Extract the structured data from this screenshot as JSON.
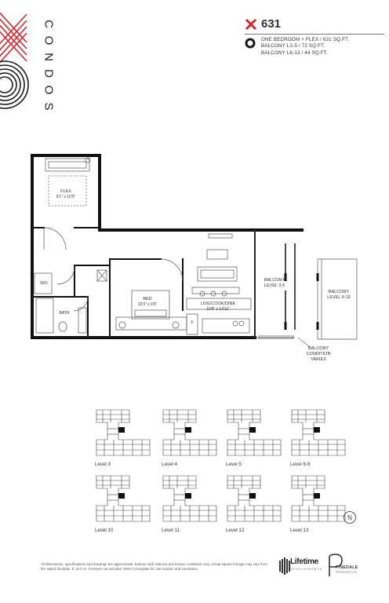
{
  "brand": {
    "letters": [
      "C",
      "O",
      "N",
      "D",
      "O",
      "S"
    ],
    "accent_color": "#d7262b",
    "ring_color": "#1a1a1a"
  },
  "unit": {
    "number": "631",
    "description_lines": [
      "ONE BEDROOM + FLEX / 631 SQ.FT.",
      "BALCONY L3-5 / 72 SQ.FT.",
      "BALCONY L6-13 / 44 SQ.FT."
    ],
    "marker_icon": "x-mark-icon",
    "ring_icon": "ring-icon"
  },
  "floorplan": {
    "flex": {
      "name": "FLEX",
      "dims": "9'1\" x 10'9\""
    },
    "bed": {
      "name": "BED",
      "dims": "10'3\" x 9'5\""
    },
    "live": {
      "name": "LIVE/COOK/DINE",
      "dims": "10'8\" x 14'11\""
    },
    "wd": "W/D",
    "bath": "BATH",
    "fridge": "F",
    "balcony_low": [
      "BALCONY",
      "LEVEL 3-5"
    ],
    "balcony_high": [
      "BALCONY",
      "LEVEL 6-13"
    ],
    "balcony_note": [
      "BALCONY",
      "CONDITION",
      "VARIES"
    ]
  },
  "key_plans": {
    "levels": [
      "Level 3",
      "Level 4",
      "Level 5",
      "Level 6-9",
      "Level 10",
      "Level 11",
      "Level 12",
      "Level 13"
    ],
    "compass": "N"
  },
  "footer": {
    "disclaimer": "All dimensions, specifications and drawings are approximate. Exterior wall, balcony and terrace conditions vary. Actual square footage may vary from the stated floorplan. E. & O. E. Furniture not included. Refer to keyplate for unit location and orientation.",
    "builder_1": "Lifetime",
    "builder_1_sub": "DEVELOPMENTS",
    "builder_2": "PINEDALE",
    "builder_2_sub": "PROPERTIES LTD."
  }
}
